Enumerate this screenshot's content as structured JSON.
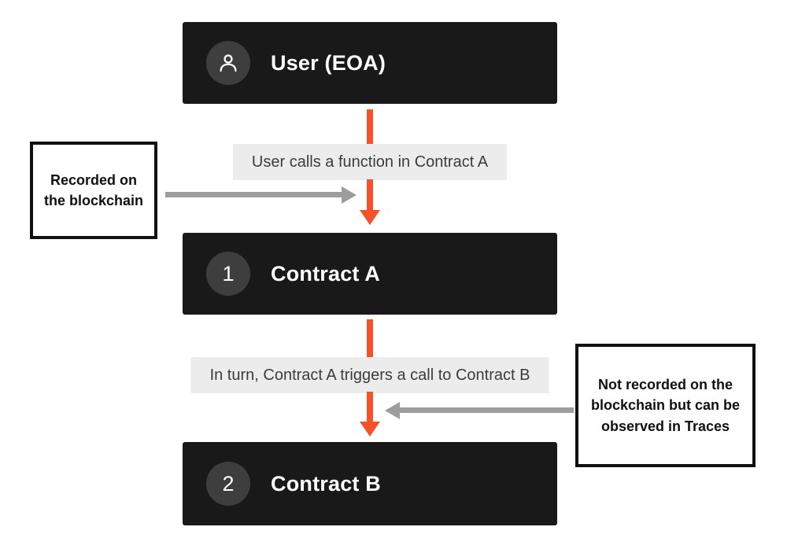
{
  "colors": {
    "background": "#ffffff",
    "node_bg": "#191919",
    "badge_bg": "#3e3e3e",
    "node_text": "#ffffff",
    "accent_arrow": "#f4512d",
    "edge_label_bg": "#ececec",
    "edge_label_text": "#3c3c3c",
    "annotation_border": "#111111",
    "annotation_text": "#111111",
    "gray_arrow": "#9d9d9d"
  },
  "nodes": [
    {
      "id": "user-eoa",
      "badge": "user-icon",
      "label": "User (EOA)"
    },
    {
      "id": "contract-a",
      "badge": "1",
      "label": "Contract A"
    },
    {
      "id": "contract-b",
      "badge": "2",
      "label": "Contract B"
    }
  ],
  "edges": [
    {
      "from": "user-eoa",
      "to": "contract-a",
      "label": "User calls a function in Contract A"
    },
    {
      "from": "contract-a",
      "to": "contract-b",
      "label": "In turn, Contract A triggers a call to Contract B"
    }
  ],
  "annotations": [
    {
      "side": "left",
      "text": "Recorded on the blockchain"
    },
    {
      "side": "right",
      "text": "Not recorded on the blockchain but can be observed in Traces"
    }
  ]
}
